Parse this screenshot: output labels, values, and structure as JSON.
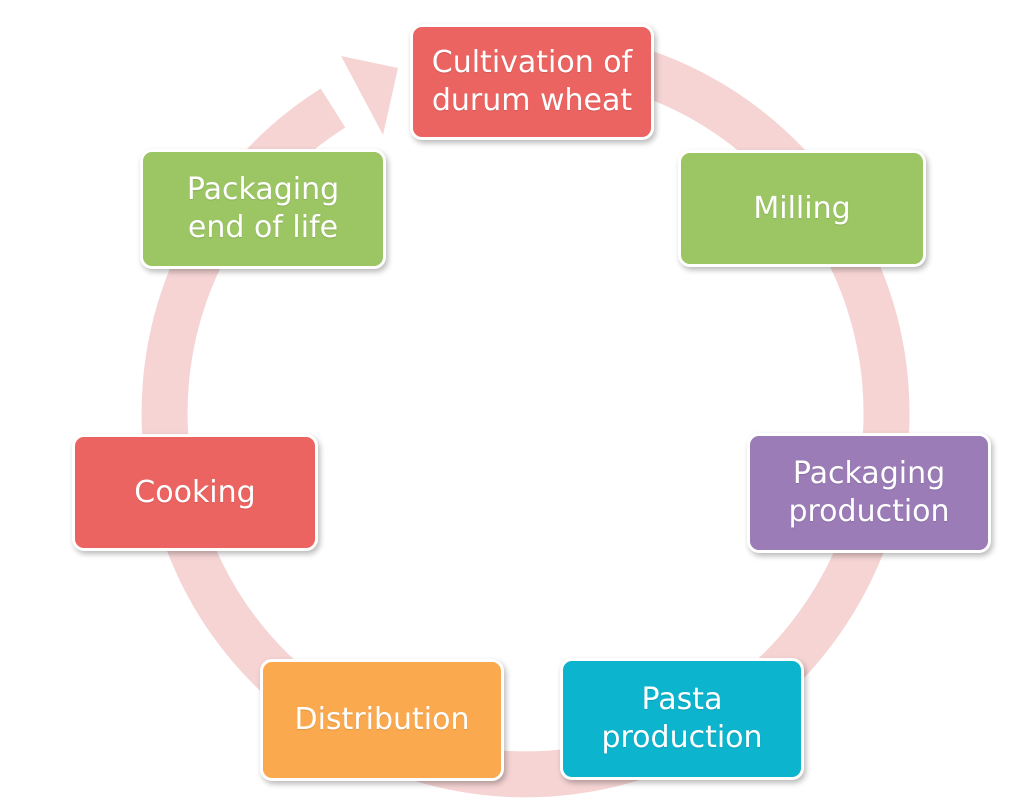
{
  "diagram": {
    "ring_color": "#f6d4d4",
    "nodes": [
      {
        "id": "cultivation",
        "label": "Cultivation of\ndurum wheat",
        "color": "#ec6461"
      },
      {
        "id": "milling",
        "label": "Milling",
        "color": "#9cc564"
      },
      {
        "id": "packaging-production",
        "label": "Packaging\nproduction",
        "color": "#9b7cb7"
      },
      {
        "id": "pasta-production",
        "label": "Pasta\nproduction",
        "color": "#0db4cd"
      },
      {
        "id": "distribution",
        "label": "Distribution",
        "color": "#fba94e"
      },
      {
        "id": "cooking",
        "label": "Cooking",
        "color": "#ec6461"
      },
      {
        "id": "packaging-end-of-life",
        "label": "Packaging\nend of life",
        "color": "#9cc564"
      }
    ]
  }
}
